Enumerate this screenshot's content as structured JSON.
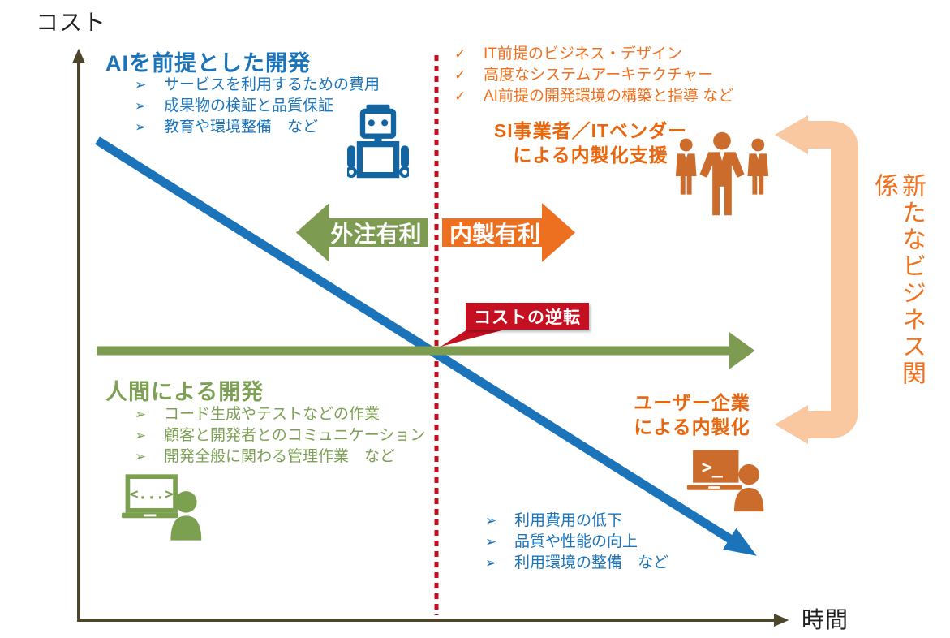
{
  "axes": {
    "y_label": "コスト",
    "x_label": "時間"
  },
  "glyphs": {
    "bullet_arrow": "➢",
    "checkmark": "✓",
    "code_brackets": "<...>",
    "terminal_prompt": ">_"
  },
  "colors": {
    "blue_line": "#1b74ba",
    "dark_blue_icon": "#1265a0",
    "orange_text": "#f0701d",
    "orange_arrow": "#ed7021",
    "orange_icon": "#cb6b2c",
    "orange_title": "#e8660d",
    "green_arrow": "#7d9b51",
    "green_text": "#7da055",
    "red_accent": "#c51022",
    "peach_arrow": "#f9c7a0",
    "axis_color": "#4d452c"
  },
  "ai_section": {
    "title": "AIを前提とした開発",
    "bullets": [
      "サービスを利用するための費用",
      "成果物の検証と品質保証",
      "教育や環境整備　など"
    ]
  },
  "vendor_section": {
    "checklist": [
      "IT前提のビジネス・デザイン",
      "高度なシステムアーキテクチャー",
      "AI前提の開発環境の構築と指導 など"
    ],
    "title_line1": "SI事業者／ITベンダー",
    "title_line2": "による内製化支援"
  },
  "human_section": {
    "title": "人間による開発",
    "bullets": [
      "コード生成やテストなどの作業",
      "顧客と開発者とのコミュニケーション",
      "開発全般に関わる管理作業　など"
    ]
  },
  "user_section": {
    "title_line1": "ユーザー企業",
    "title_line2": "による内製化",
    "bullets": [
      "利用費用の低下",
      "品質や性能の向上",
      "利用環境の整備　など"
    ]
  },
  "mid_arrows": {
    "outsource": "外注有利",
    "inhouse": "内製有利"
  },
  "callout": {
    "label": "コストの逆転"
  },
  "side_note": {
    "label": "新たなビジネス関係"
  }
}
